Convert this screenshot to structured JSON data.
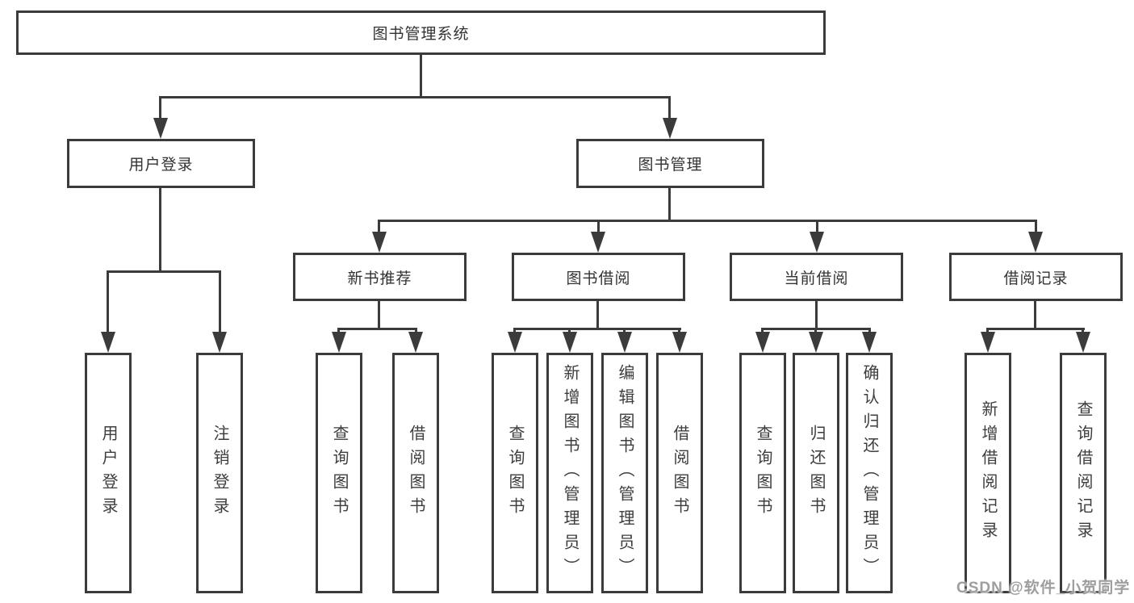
{
  "diagram": {
    "root": {
      "label": "图书管理系统"
    },
    "branches": [
      {
        "label": "用户登录",
        "children": [
          {
            "label": "用户登录"
          },
          {
            "label": "注销登录"
          }
        ]
      },
      {
        "label": "图书管理",
        "children": [
          {
            "label": "新书推荐",
            "children": [
              {
                "label": "查询图书"
              },
              {
                "label": "借阅图书"
              }
            ]
          },
          {
            "label": "图书借阅",
            "children": [
              {
                "label": "查询图书"
              },
              {
                "label": "新增图书（管理员）"
              },
              {
                "label": "编辑图书（管理员）"
              },
              {
                "label": "借阅图书"
              }
            ]
          },
          {
            "label": "当前借阅",
            "children": [
              {
                "label": "查询图书"
              },
              {
                "label": "归还图书"
              },
              {
                "label": "确认归还（管理员）"
              }
            ]
          },
          {
            "label": "借阅记录",
            "children": [
              {
                "label": "新增借阅记录"
              },
              {
                "label": "查询借阅记录"
              }
            ]
          }
        ]
      }
    ]
  },
  "watermark": {
    "text": "CSDN @软件_小贺同学"
  },
  "colors": {
    "line": "#3b3b3b",
    "text": "#333333",
    "watermark": "#9e9e9e",
    "background": "#ffffff"
  }
}
